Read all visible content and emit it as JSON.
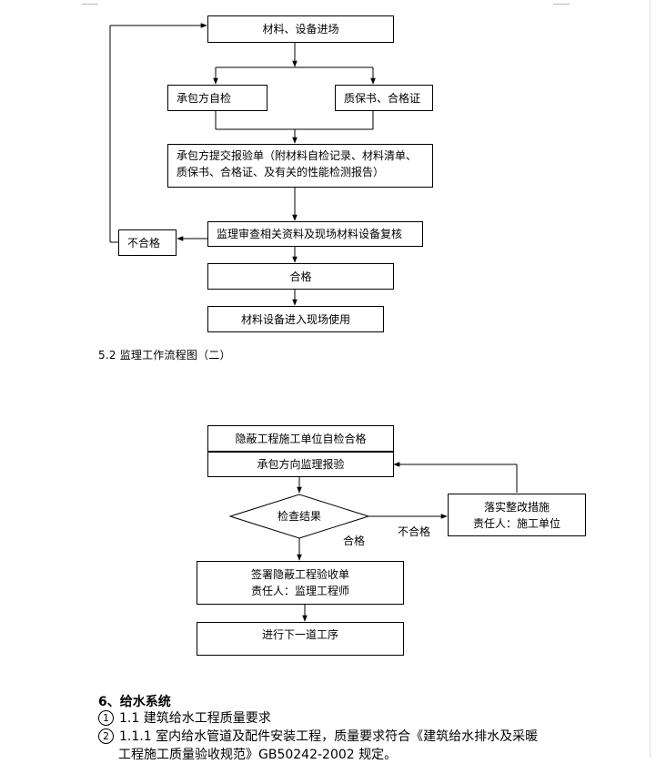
{
  "flow1": {
    "materials_entry": "材料、设备进场",
    "contractor_self_check": "承包方自检",
    "quality_certificate": "质保书、合格证",
    "submit_report_line1": "承包方提交报验单（附材料自检记录、材料清单、",
    "submit_report_line2": "质保书、合格证、及有关的性能检测报告）",
    "supervisor_review": "监理审查相关资料及现场材料设备复核",
    "not_qualified": "不合格",
    "qualified": "合格",
    "enter_site_use": "材料设备进入现场使用"
  },
  "caption": "5.2 监理工作流程图（二）",
  "flow2": {
    "hidden_self_check": "隐蔽工程施工单位自检合格",
    "contractor_report": "承包方向监理报验",
    "inspection_result": "检查结果",
    "rectification_line1": "落实整改措施",
    "rectification_line2": "责任人：施工单位",
    "not_qualified_label": "不合格",
    "qualified_label": "合格",
    "sign_acceptance_line1": "签署隐蔽工程验收单",
    "sign_acceptance_line2": "责任人：监理工程师",
    "next_process": "进行下一道工序"
  },
  "section": {
    "title": "6、给水系统",
    "items": [
      {
        "marker": "1",
        "text": "1.1 建筑给水工程质量要求"
      },
      {
        "marker": "2",
        "text": "1.1.1 室内给水管道及配件安装工程，质量要求符合《建筑给水排水及采暖"
      }
    ],
    "continuation": "工程施工质量验收规范》GB50242-2002 规定。"
  }
}
